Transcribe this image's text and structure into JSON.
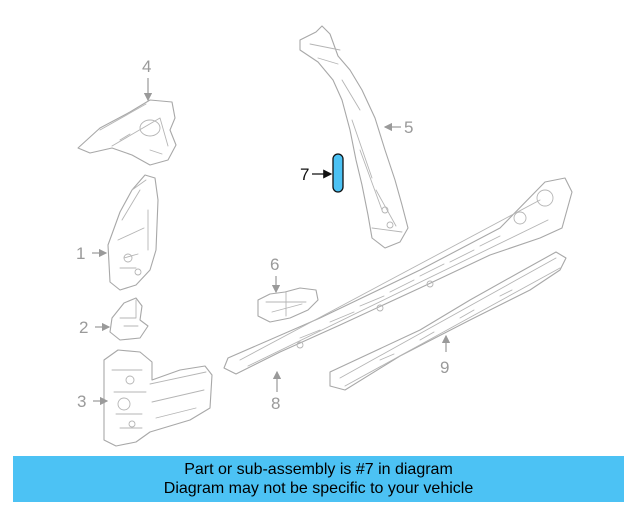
{
  "callouts": {
    "c1": "1",
    "c2": "2",
    "c3": "3",
    "c4": "4",
    "c5": "5",
    "c6": "6",
    "c7": "7",
    "c8": "8",
    "c9": "9"
  },
  "highlight_color": "#4cc2f4",
  "footer": {
    "line1": "Part or sub-assembly is #7 in diagram",
    "line2": "Diagram may not be specific to your vehicle"
  }
}
